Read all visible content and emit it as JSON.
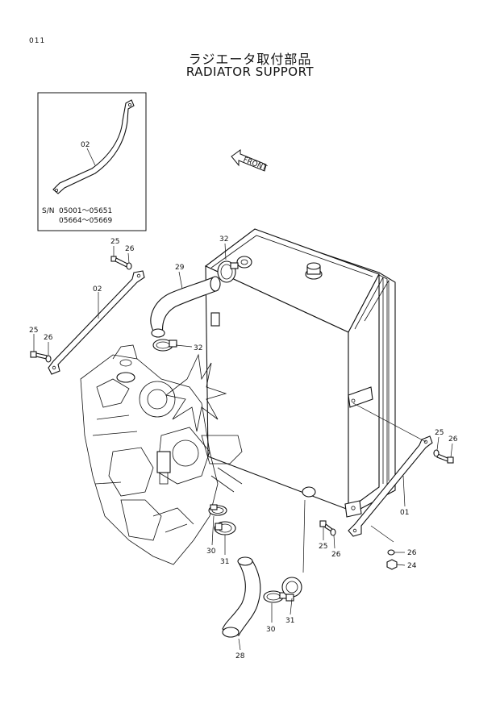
{
  "page_number": "011",
  "title_jp": "ラジエータ取付部品",
  "title_en": "RADIATOR SUPPORT",
  "front_label": "FRONT",
  "inset": {
    "part_label": "02",
    "serial_prefix": "S/N",
    "serial_range_1": "05001～05651",
    "serial_range_2": "05664～05669"
  },
  "callouts": {
    "c25_top": "25",
    "c26_top": "26",
    "c02": "02",
    "c29": "29",
    "c32_top": "32",
    "c25_left": "25",
    "c26_left": "26",
    "c32_mid": "32",
    "c25_right": "25",
    "c26_right": "26",
    "c01": "01",
    "c25_bottom": "25",
    "c26_bottom": "26",
    "c26_br": "26",
    "c24": "24",
    "c30_left": "30",
    "c31_left": "31",
    "c28": "28",
    "c30_bottom": "30",
    "c31_bottom": "31"
  }
}
